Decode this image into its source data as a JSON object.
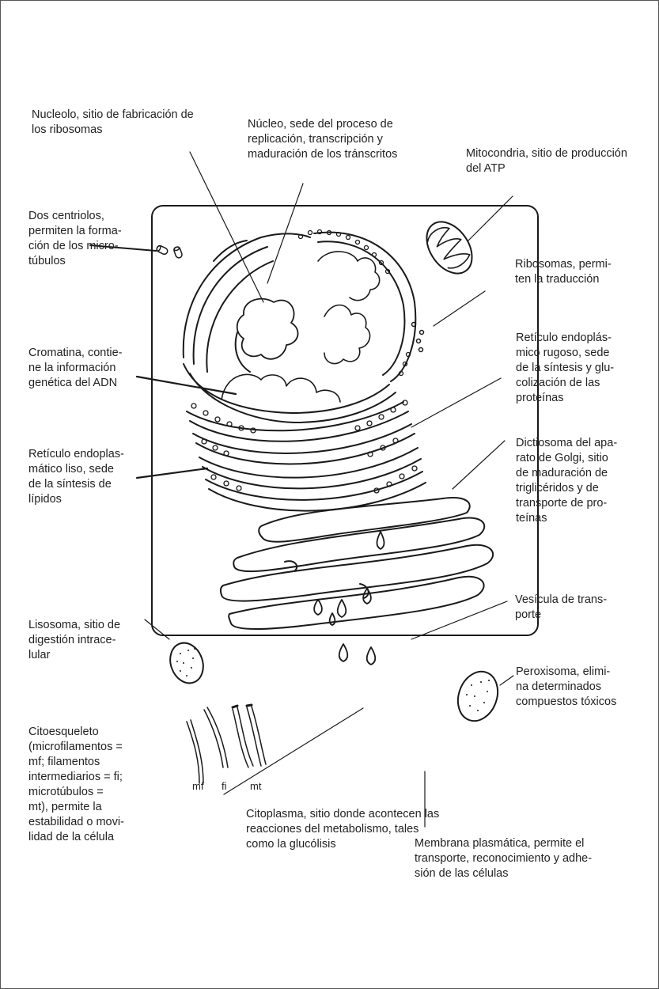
{
  "labels": {
    "nucleolo": "Nucleolo, sitio de fabricación de\nlos ribosomas",
    "nucleo": "Núcleo, sede del proceso de\nreplicación, transcripción y\nmaduración de los tránscritos",
    "mitocondria": "Mitocondria, sitio de producción\ndel ATP",
    "centriolos": "Dos centriolos,\npermiten la forma-\nción de los micro-\ntúbulos",
    "ribosomas": "Ribosomas, permi-\nten la traducción",
    "cromatina": "Cromatina, contie-\nne la información\ngenética del ADN",
    "rer": "Retículo endoplás-\nmico rugoso, sede\nde la síntesis y glu-\ncolización de las\nproteínas",
    "rel": "Retículo endoplas-\nmático liso, sede\nde la síntesis de\nlípidos",
    "golgi": "Dictiosoma del apa-\nrato de Golgi, sitio\nde maduración de\ntriglicéridos y de\ntransporte de pro-\nteínas",
    "vesicula": "Vesícula de trans-\nporte",
    "lisosoma": "Lisosoma, sitio de\ndigestión intrace-\nlular",
    "peroxisoma": "Peroxisoma, elimi-\nna determinados\ncompuestos tóxicos",
    "citoesqueleto": "Citoesqueleto\n(microfilamentos =\nmf; filamentos\nintermediarios = fi;\nmicrotúbulos =\nmt), permite la\nestabilidad o movi-\nlidad de la célula",
    "citoplasma": "Citoplasma, sitio donde acontecen las\nreacciones del metabolismo, tales\ncomo la glucólisis",
    "membrana": "Membrana plasmática, permite el\ntransporte, reconocimiento y adhe-\nsión de las células"
  },
  "cytoskeleton_tags": {
    "mf": "mf",
    "fi": "fi",
    "mt": "mt"
  }
}
